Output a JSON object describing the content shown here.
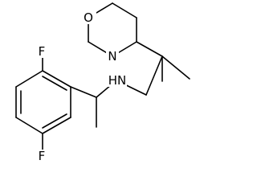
{
  "molecule": {
    "atoms": {
      "oxygen": "O",
      "morpholine_nitrogen": "N",
      "amine": "HN",
      "fluorine_top": "F",
      "fluorine_bottom": "F"
    }
  },
  "colors": {
    "bond": "#000000",
    "background": "#ffffff"
  }
}
